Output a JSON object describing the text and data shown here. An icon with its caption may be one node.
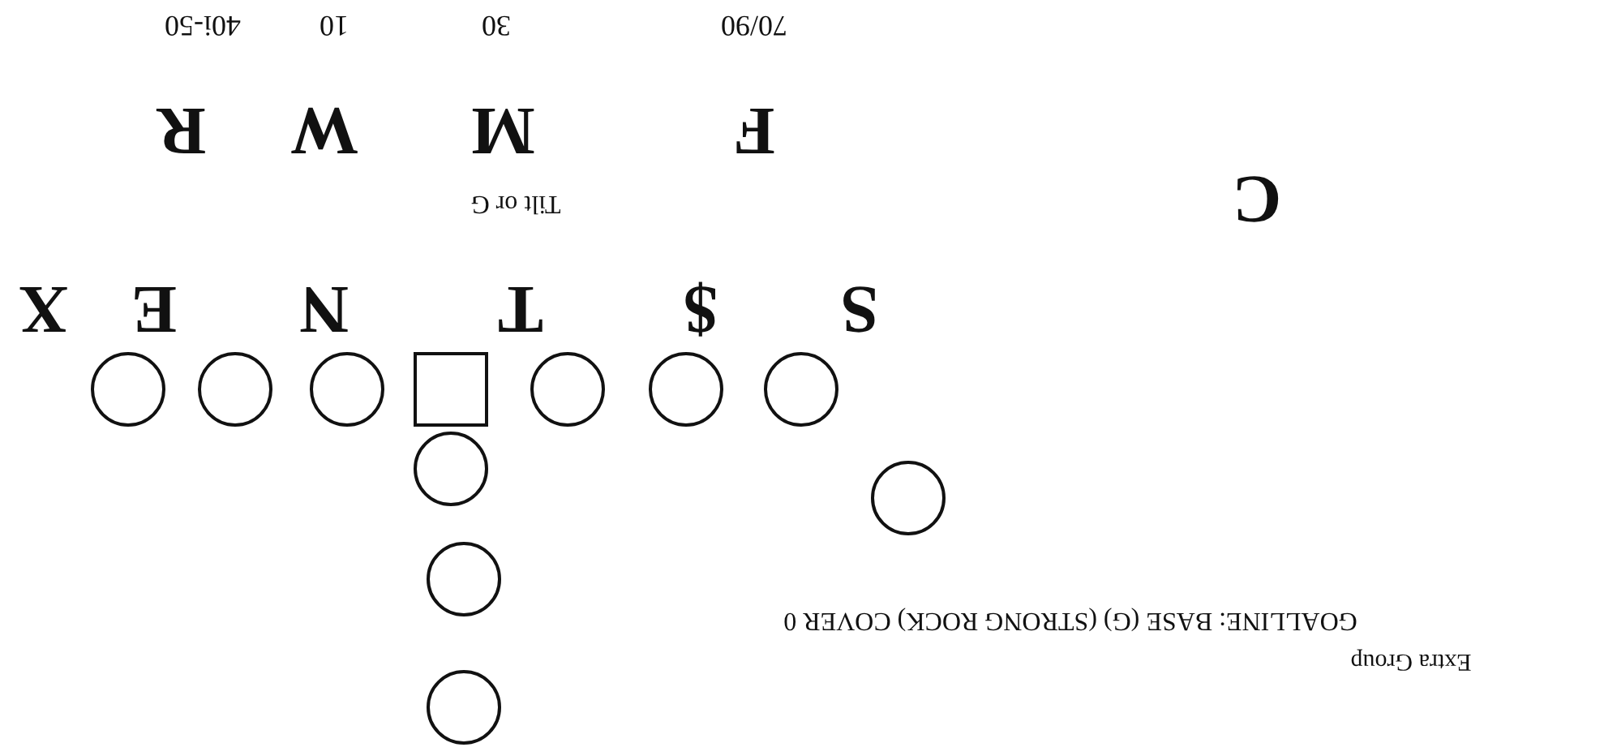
{
  "diagram": {
    "nodes": [
      {
        "text": [],
        "shape": "circle"
      },
      {
        "text": [],
        "shape": "circle"
      },
      {
        "text": [],
        "shape": "circle"
      },
      {
        "text": [],
        "shape": "circle"
      },
      {
        "text": [],
        "shape": "circle"
      },
      {
        "text": [],
        "shape": "circle"
      },
      {
        "text": [],
        "shape": "circle"
      },
      {
        "text": [],
        "shape": "box"
      },
      {
        "text": [],
        "shape": "circle"
      },
      {
        "text": [],
        "shape": "circle"
      },
      {
        "text": [],
        "shape": "circle"
      }
    ],
    "edges": [],
    "labels": [
      "Extra Group",
      "GOALLINE: BASE (G) (STRONG ROCK) COVER 0",
      "S",
      "$",
      "T",
      "N",
      "E",
      "X",
      "C",
      "Tilt or G",
      "F",
      "M",
      "W",
      "R",
      "70/90",
      "30",
      "10",
      "40i-50"
    ]
  }
}
